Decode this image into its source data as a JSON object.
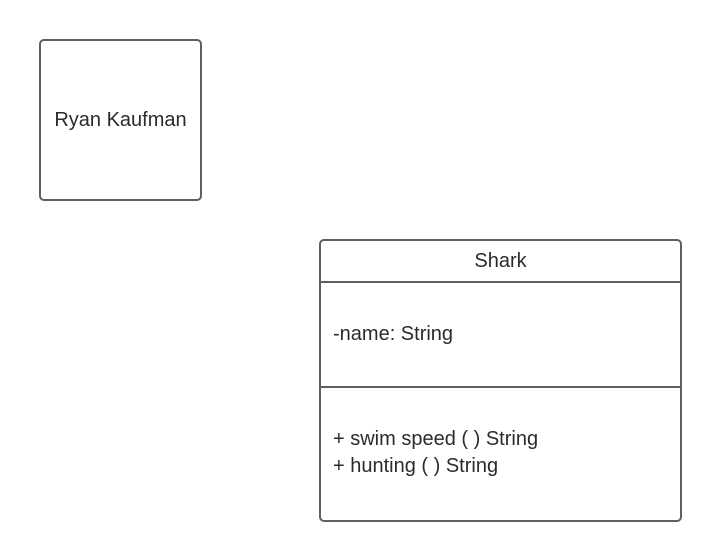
{
  "note": {
    "text": "Ryan Kaufman"
  },
  "uml_class": {
    "name": "Shark",
    "attributes": [
      "-name: String"
    ],
    "methods": [
      "+ swim speed ( ) String",
      "+ hunting ( ) String"
    ]
  },
  "colors": {
    "stroke": "#5f5f5f",
    "text": "#2b2b2b",
    "background": "#ffffff"
  }
}
